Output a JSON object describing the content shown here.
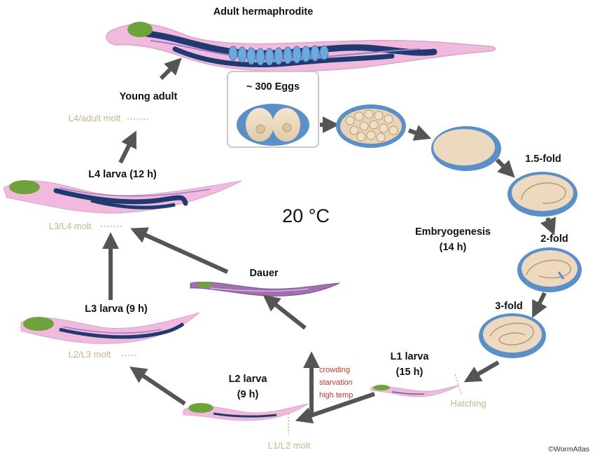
{
  "labels": {
    "adult": "Adult hermaphrodite",
    "young_adult": "Young adult",
    "l4_larva": "L4 larva (12 h)",
    "l3_larva": "L3 larva (9 h)",
    "l2_larva_1": "L2 larva",
    "l2_larva_2": "(9 h)",
    "l1_larva_1": "L1 larva",
    "l1_larva_2": "(15 h)",
    "dauer": "Dauer",
    "eggs": "~ 300 Eggs",
    "embryo_1": "Embryogenesis",
    "embryo_2": "(14 h)",
    "fold_15": "1.5-fold",
    "fold_2": "2-fold",
    "fold_3": "3-fold",
    "temperature": "20 °C",
    "copyright": "©WormAtlas"
  },
  "molts": {
    "l4_adult": "L4/adult molt",
    "l3_l4": "L3/L4 molt",
    "l2_l3": "L2/L3 molt",
    "l1_l2": "L1/L2 molt",
    "hatching": "Hatching"
  },
  "dauer_triggers": [
    "crowding",
    "starvation",
    "high temp"
  ],
  "colors": {
    "worm_body": "#f1b9dd",
    "worm_gut": "#1e3a6e",
    "pharynx": "#6fa23a",
    "egg_shell": "#5b8fc8",
    "egg_cytoplasm": "#ecd9bf",
    "arrow": "#555555",
    "molt_text": "#c8b48a",
    "trigger_text": "#c0392b"
  }
}
